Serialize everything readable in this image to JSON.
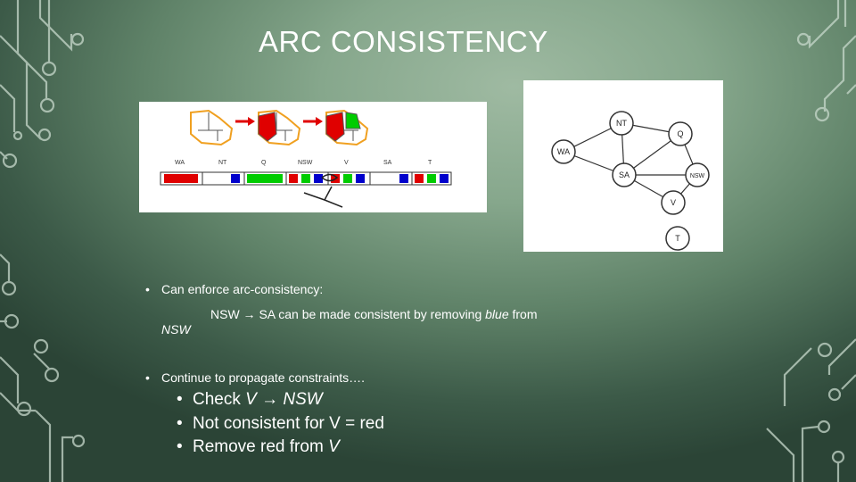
{
  "slide": {
    "title": "ARC CONSISTENCY",
    "colors": {
      "red": "#e00000",
      "green": "#00cc00",
      "blue": "#0000cc"
    }
  },
  "figure_arc": {
    "labels": [
      "WA",
      "NT",
      "Q",
      "NSW",
      "V",
      "SA",
      "T"
    ]
  },
  "figure_graph": {
    "nodes": [
      "NT",
      "Q",
      "WA",
      "SA",
      "NSW",
      "V",
      "T"
    ]
  },
  "bullets": {
    "b1": "Can enforce arc-consistency:",
    "sub_line1": "NSW → SA can be made consistent by removing",
    "sub_italic": "blue",
    "sub_tail": "from",
    "sub_line2": "NSW",
    "b2": "Continue to propagate constraints….",
    "l3a_prefix": "Check",
    "l3a_i1": "V",
    "l3a_arrow": "→",
    "l3a_i2": "NSW",
    "l3b": "Not consistent for V = red",
    "l3c_prefix": "Remove red from",
    "l3c_i": "V"
  }
}
